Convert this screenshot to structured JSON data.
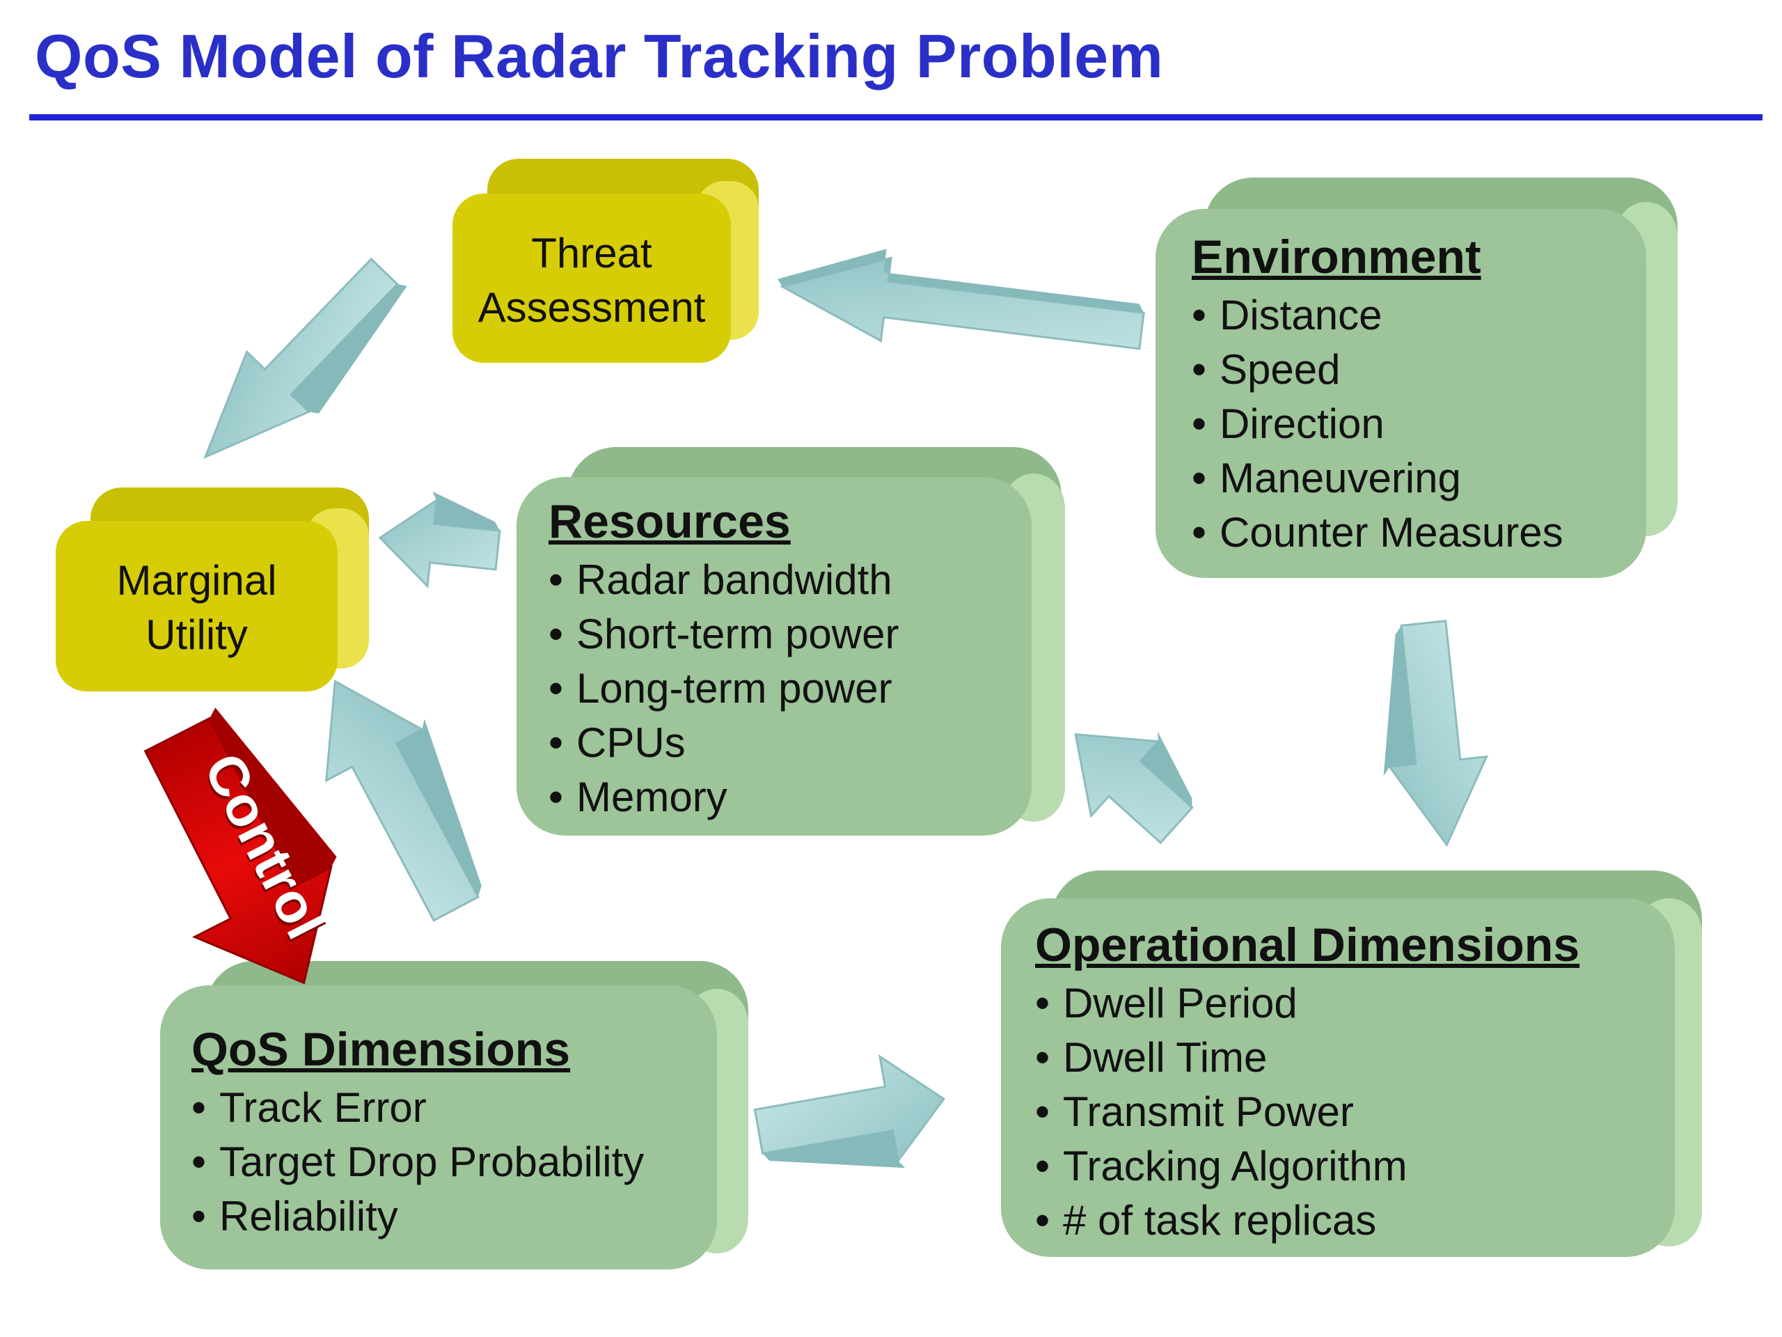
{
  "title": "QoS Model of Radar Tracking Problem",
  "colors": {
    "title": "#2a2fc8",
    "rule": "#1f25d9",
    "green_box": "#9ec49a",
    "green_box_side": "#b9dbb0",
    "yellow_box": "#d7cd06",
    "yellow_box_side": "#e9e24a",
    "arrow": "#a7d3d3",
    "control_arrow": "#d40000"
  },
  "threat": {
    "line1": "Threat",
    "line2": "Assessment"
  },
  "marginal": {
    "line1": "Marginal",
    "line2": "Utility"
  },
  "control": "Control",
  "environment": {
    "heading": "Environment",
    "items": [
      "Distance",
      "Speed",
      "Direction",
      "Maneuvering",
      "Counter Measures"
    ]
  },
  "resources": {
    "heading": "Resources",
    "items": [
      "Radar bandwidth",
      "Short-term power",
      "Long-term power",
      "CPUs",
      "Memory"
    ]
  },
  "qos": {
    "heading": "QoS Dimensions",
    "items": [
      "Track Error",
      "Target Drop Probability",
      "Reliability"
    ]
  },
  "operational": {
    "heading": "Operational Dimensions",
    "items": [
      "Dwell Period",
      "Dwell Time",
      "Transmit Power",
      "Tracking Algorithm",
      "# of task replicas"
    ]
  }
}
